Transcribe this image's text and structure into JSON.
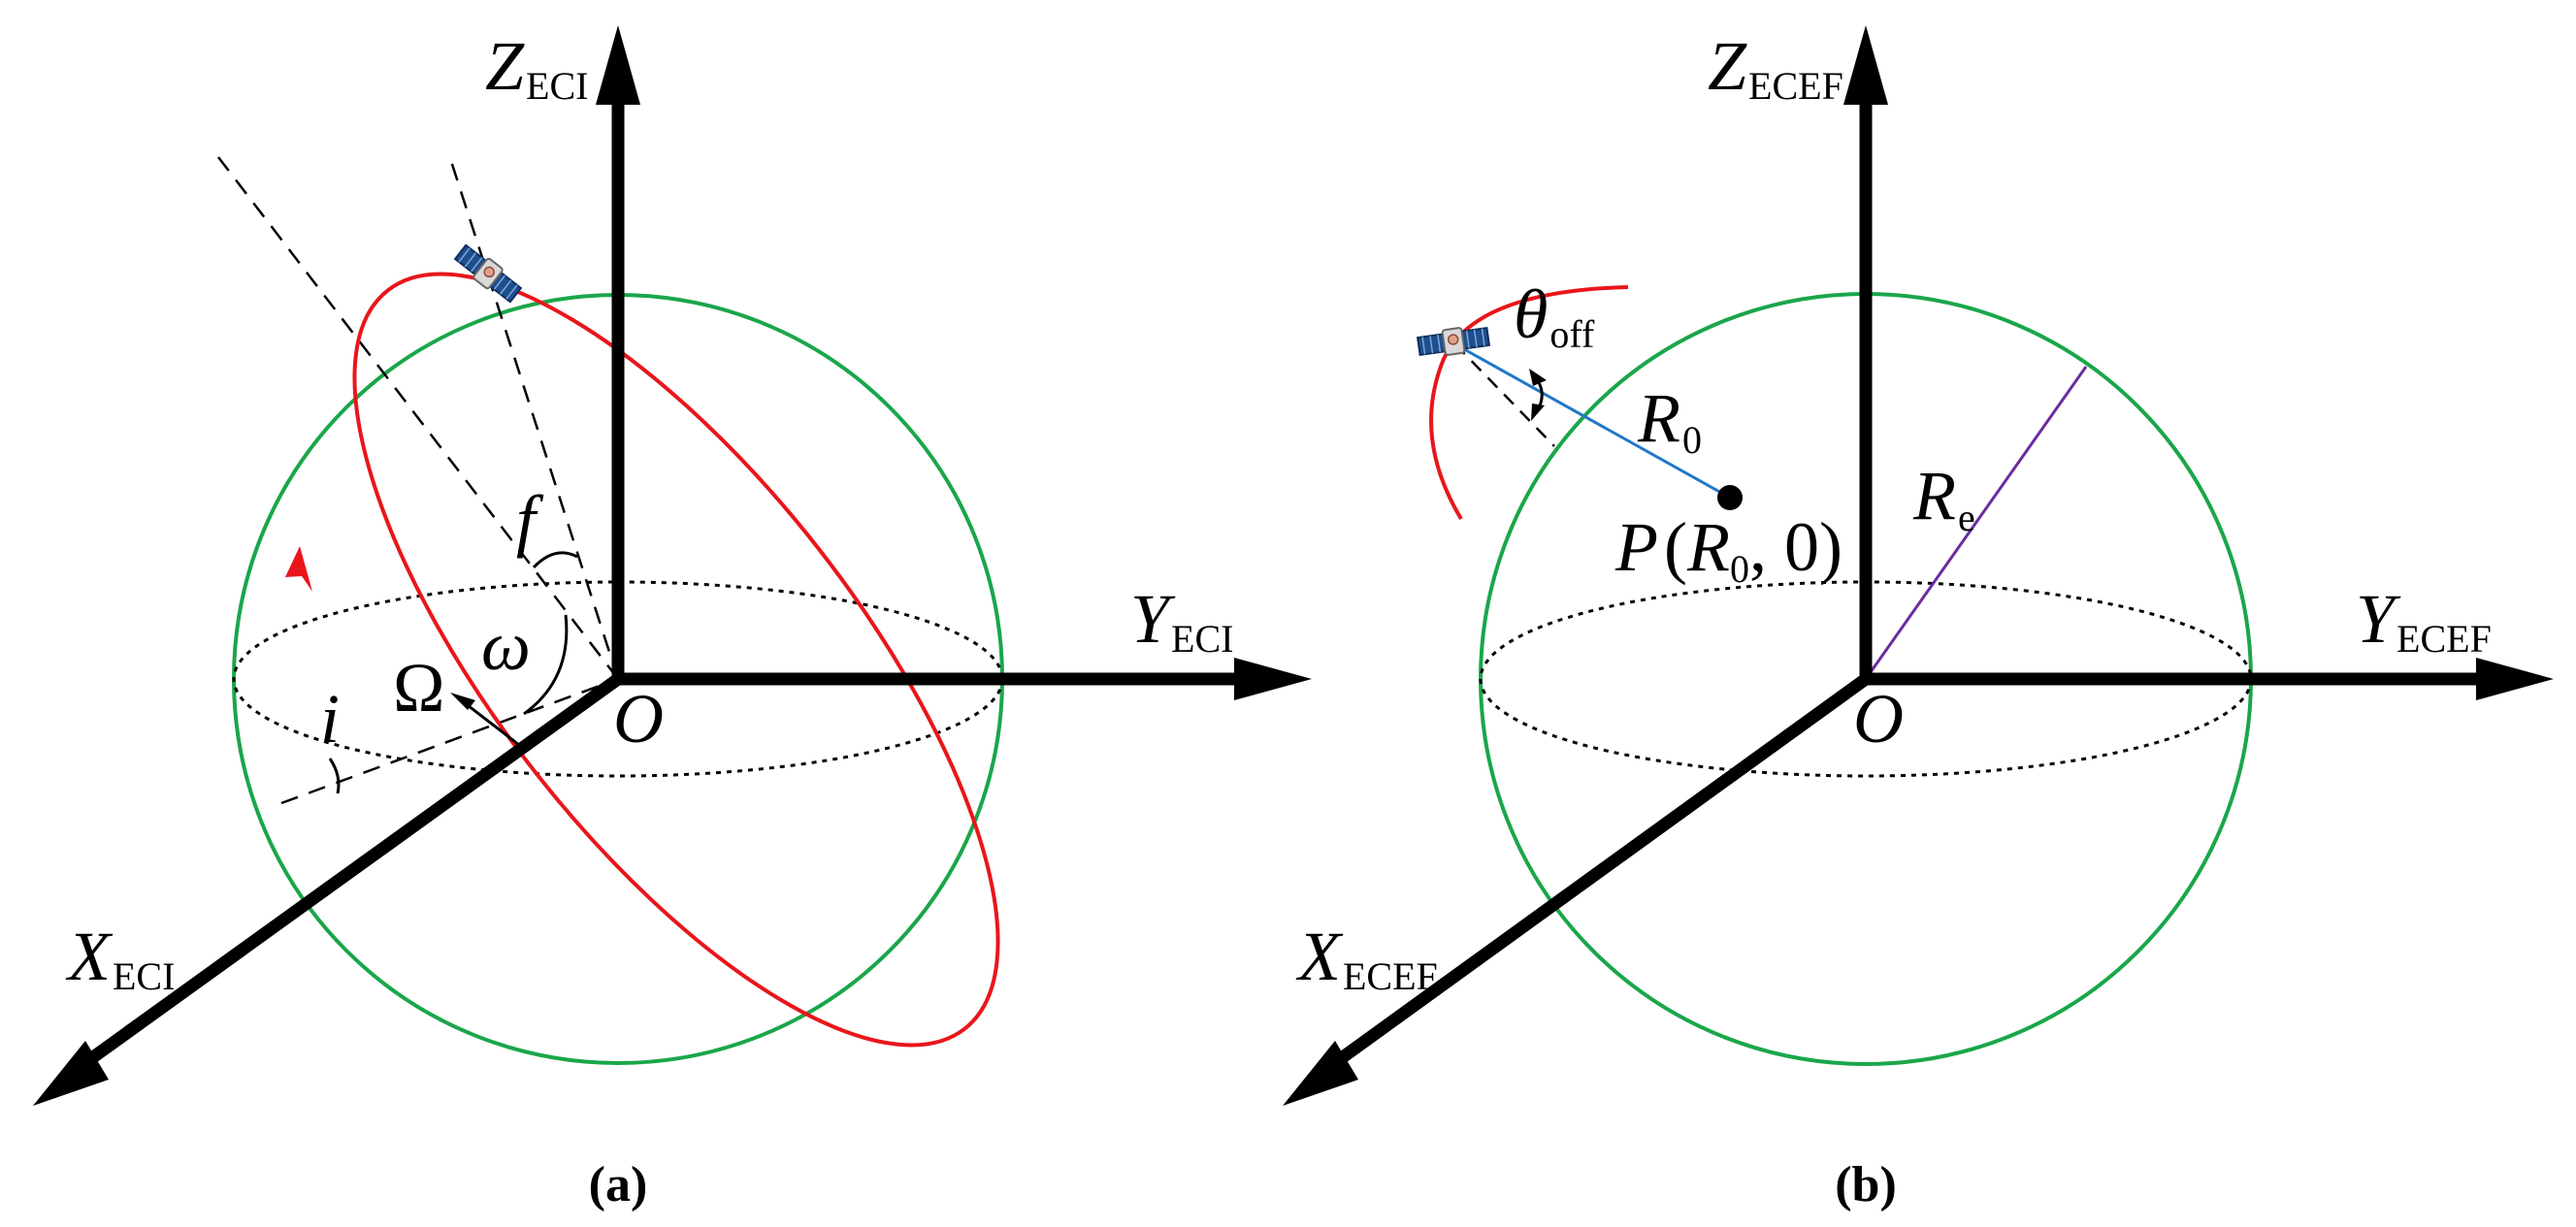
{
  "panel_a": {
    "caption": "(a)",
    "axis_z": {
      "main": "Z",
      "sub": "ECI"
    },
    "axis_y": {
      "main": "Y",
      "sub": "ECI"
    },
    "axis_x": {
      "main": "X",
      "sub": "ECI"
    },
    "origin": "O",
    "inclination": "i",
    "raan": "Ω",
    "arg_perigee": "ω",
    "true_anomaly": "f",
    "icons": {
      "satellite": "satellite-icon",
      "orbit_direction": "arrowhead-icon"
    }
  },
  "panel_b": {
    "caption": "(b)",
    "axis_z": {
      "main": "Z",
      "sub": "ECEF"
    },
    "axis_y": {
      "main": "Y",
      "sub": "ECEF"
    },
    "axis_x": {
      "main": "X",
      "sub": "ECEF"
    },
    "origin": "O",
    "offset_angle": {
      "main": "θ",
      "sub": "off"
    },
    "range": {
      "main": "R",
      "sub": "0"
    },
    "earth_radius": {
      "main": "R",
      "sub": "e"
    },
    "point": {
      "name": "P",
      "open": "(",
      "r": "R",
      "r_sub": "0",
      "rest": ", 0)"
    },
    "icons": {
      "satellite": "satellite-icon"
    }
  },
  "colors": {
    "earth_sphere": "#1aa64a",
    "orbit": "#e8161b",
    "range_line": "#1f78c8",
    "radius_line": "#6a2c9f",
    "axes": "#000000"
  }
}
